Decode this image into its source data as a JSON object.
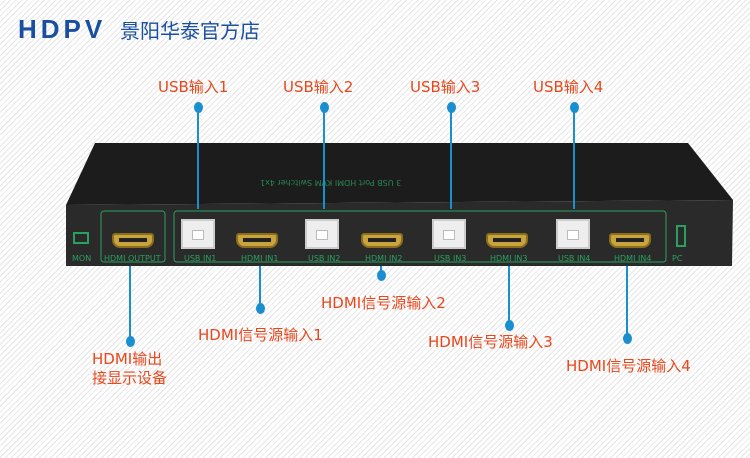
{
  "header": {
    "logo": "HDPV",
    "store_name": "景阳华泰官方店"
  },
  "device": {
    "model_text": "3 USB Port HDMI KVM Switcher 4x1",
    "panel": {
      "mon": "MON",
      "hdmi_output": "HDMI OUTPUT",
      "pc": "PC",
      "ports": [
        "USB  IN1",
        "HDMI  IN1",
        "USB  IN2",
        "HDMI  IN2",
        "USB  IN3",
        "HDMI  IN3",
        "USB  IN4",
        "HDMI  IN4"
      ]
    }
  },
  "callouts": {
    "usb1": "USB输入1",
    "usb2": "USB输入2",
    "usb3": "USB输入3",
    "usb4": "USB输入4",
    "hdmi1": "HDMI信号源输入1",
    "hdmi2": "HDMI信号源输入2",
    "hdmi3": "HDMI信号源输入3",
    "hdmi4": "HDMI信号源输入4",
    "hdmi_out_line1": "HDMI输出",
    "hdmi_out_line2": "接显示设备"
  },
  "colors": {
    "label": "#e8471c",
    "line": "#1a8fd0",
    "panel_green": "#2aa060"
  }
}
